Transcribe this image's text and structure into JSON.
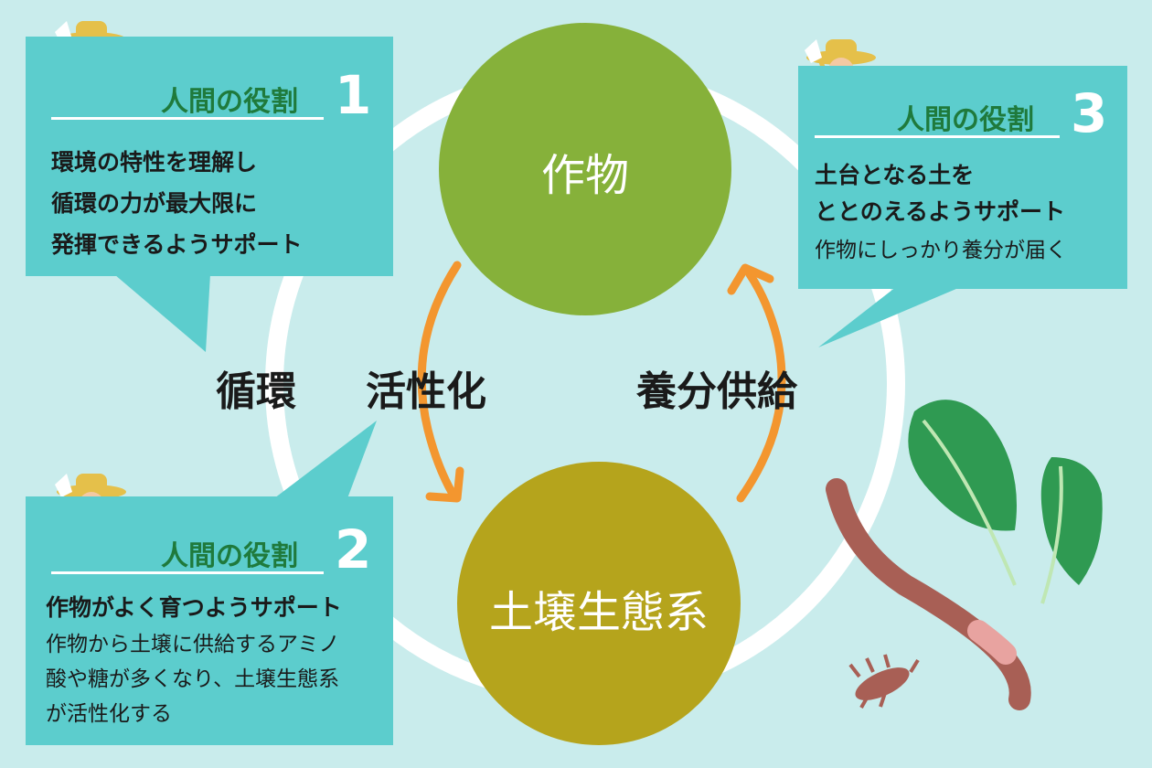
{
  "nodes": {
    "crop": "作物",
    "soil": "土壌生態系"
  },
  "center_labels": {
    "cycle": "循環",
    "activation": "活性化",
    "nutrient": "養分供給"
  },
  "boxes": [
    {
      "role": "人間の役割",
      "number": "1",
      "bold_lines": [
        "環境の特性を理解し",
        "循環の力が最大限に",
        "発揮できるようサポート"
      ],
      "lines": []
    },
    {
      "role": "人間の役割",
      "number": "2",
      "bold_lines": [
        "作物がよく育つようサポート"
      ],
      "lines": [
        "作物から土壌に供給するアミノ",
        "酸や糖が多くなり、土壌生態系",
        "が活性化する"
      ]
    },
    {
      "role": "人間の役割",
      "number": "3",
      "bold_lines": [
        "土台となる土を",
        "ととのえるようサポート"
      ],
      "lines": [
        "作物にしっかり養分が届く"
      ]
    }
  ],
  "colors": {
    "background": "#c9ecec",
    "box": "#5ccdcd",
    "crop_circle": "#86b13a",
    "soil_circle": "#b5a41c",
    "arrow": "#f3962f",
    "role_text": "#1f7a3c"
  }
}
